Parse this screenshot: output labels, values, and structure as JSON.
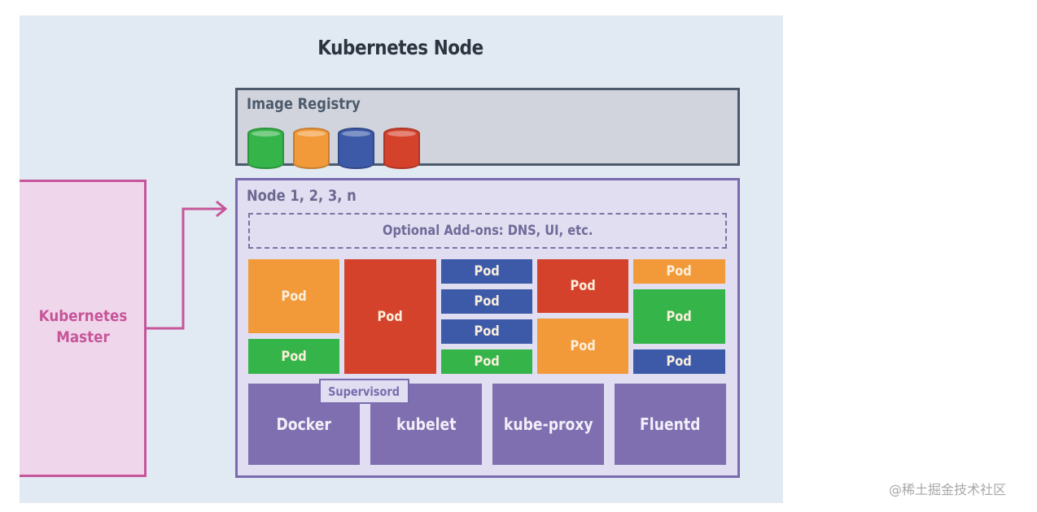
{
  "title": "Kubernetes Node",
  "registry": {
    "label": "Image Registry",
    "images": [
      {
        "name": "image-green",
        "color": "#35b449"
      },
      {
        "name": "image-orange",
        "color": "#f29a3a"
      },
      {
        "name": "image-blue",
        "color": "#3d5aa8"
      },
      {
        "name": "image-red",
        "color": "#d5422c"
      }
    ]
  },
  "node": {
    "label": "Node 1, 2, 3, n",
    "addons": "Optional Add-ons: DNS, UI, etc.",
    "pod_label": "Pod",
    "pods": [
      {
        "color": "orange"
      },
      {
        "color": "green"
      },
      {
        "color": "red"
      },
      {
        "color": "blue"
      },
      {
        "color": "blue"
      },
      {
        "color": "blue"
      },
      {
        "color": "green"
      },
      {
        "color": "red"
      },
      {
        "color": "orange"
      },
      {
        "color": "orange"
      },
      {
        "color": "green"
      },
      {
        "color": "blue"
      }
    ],
    "services": [
      "Docker",
      "kubelet",
      "kube-proxy",
      "Fluentd"
    ],
    "supervisord": "Supervisord"
  },
  "master": {
    "line1": "Kubernetes",
    "line2": "Master"
  },
  "colors": {
    "master": "#c6559a",
    "node_border": "#7a6bae",
    "registry_border": "#4b5b6d"
  },
  "watermark": "@稀土掘金技术社区"
}
